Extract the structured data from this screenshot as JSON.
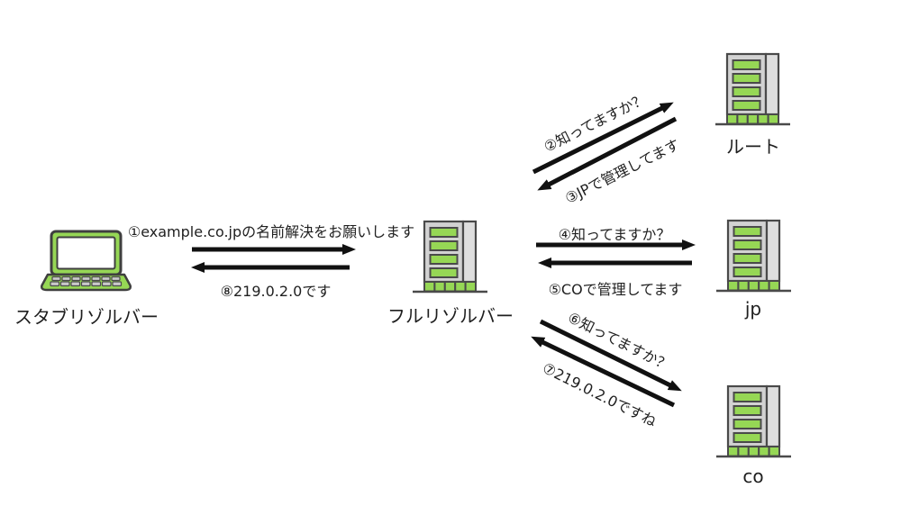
{
  "nodes": {
    "stub": {
      "label": "スタブリゾルバー",
      "icon": "laptop-icon"
    },
    "full": {
      "label": "フルリゾルバー",
      "icon": "building-icon"
    },
    "root": {
      "label": "ルート",
      "icon": "building-icon"
    },
    "jp": {
      "label": "jp",
      "icon": "building-icon"
    },
    "co": {
      "label": "co",
      "icon": "building-icon"
    }
  },
  "messages": {
    "m1": "①example.co.jpの名前解決をお願いします",
    "m2": "②知ってますか？",
    "m3": "③JPで管理してます",
    "m4": "④知ってますか？",
    "m5": "⑤COで管理してます",
    "m6": "⑥知ってますか？",
    "m7": "⑦219.0.2.0ですね",
    "m8": "⑧219.0.2.0です"
  },
  "colors": {
    "green": "#96d755",
    "building_gray": "#d2d2d2",
    "building_gray_light": "#dedede",
    "outline": "#4a4a4a",
    "arrow_black": "#111111",
    "text": "#1f1f1f",
    "background": "#ffffff"
  }
}
